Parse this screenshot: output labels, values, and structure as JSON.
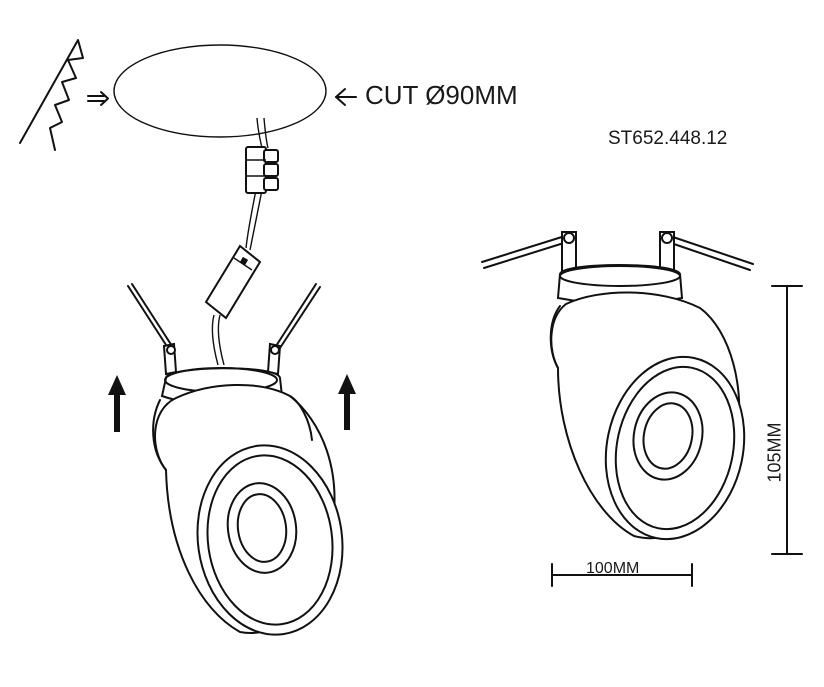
{
  "labels": {
    "cut": "CUT Ø90MM",
    "model": "ST652.448.12",
    "width": "100MM",
    "height": "105MM"
  },
  "colors": {
    "line": "#111111",
    "background": "#ffffff"
  }
}
